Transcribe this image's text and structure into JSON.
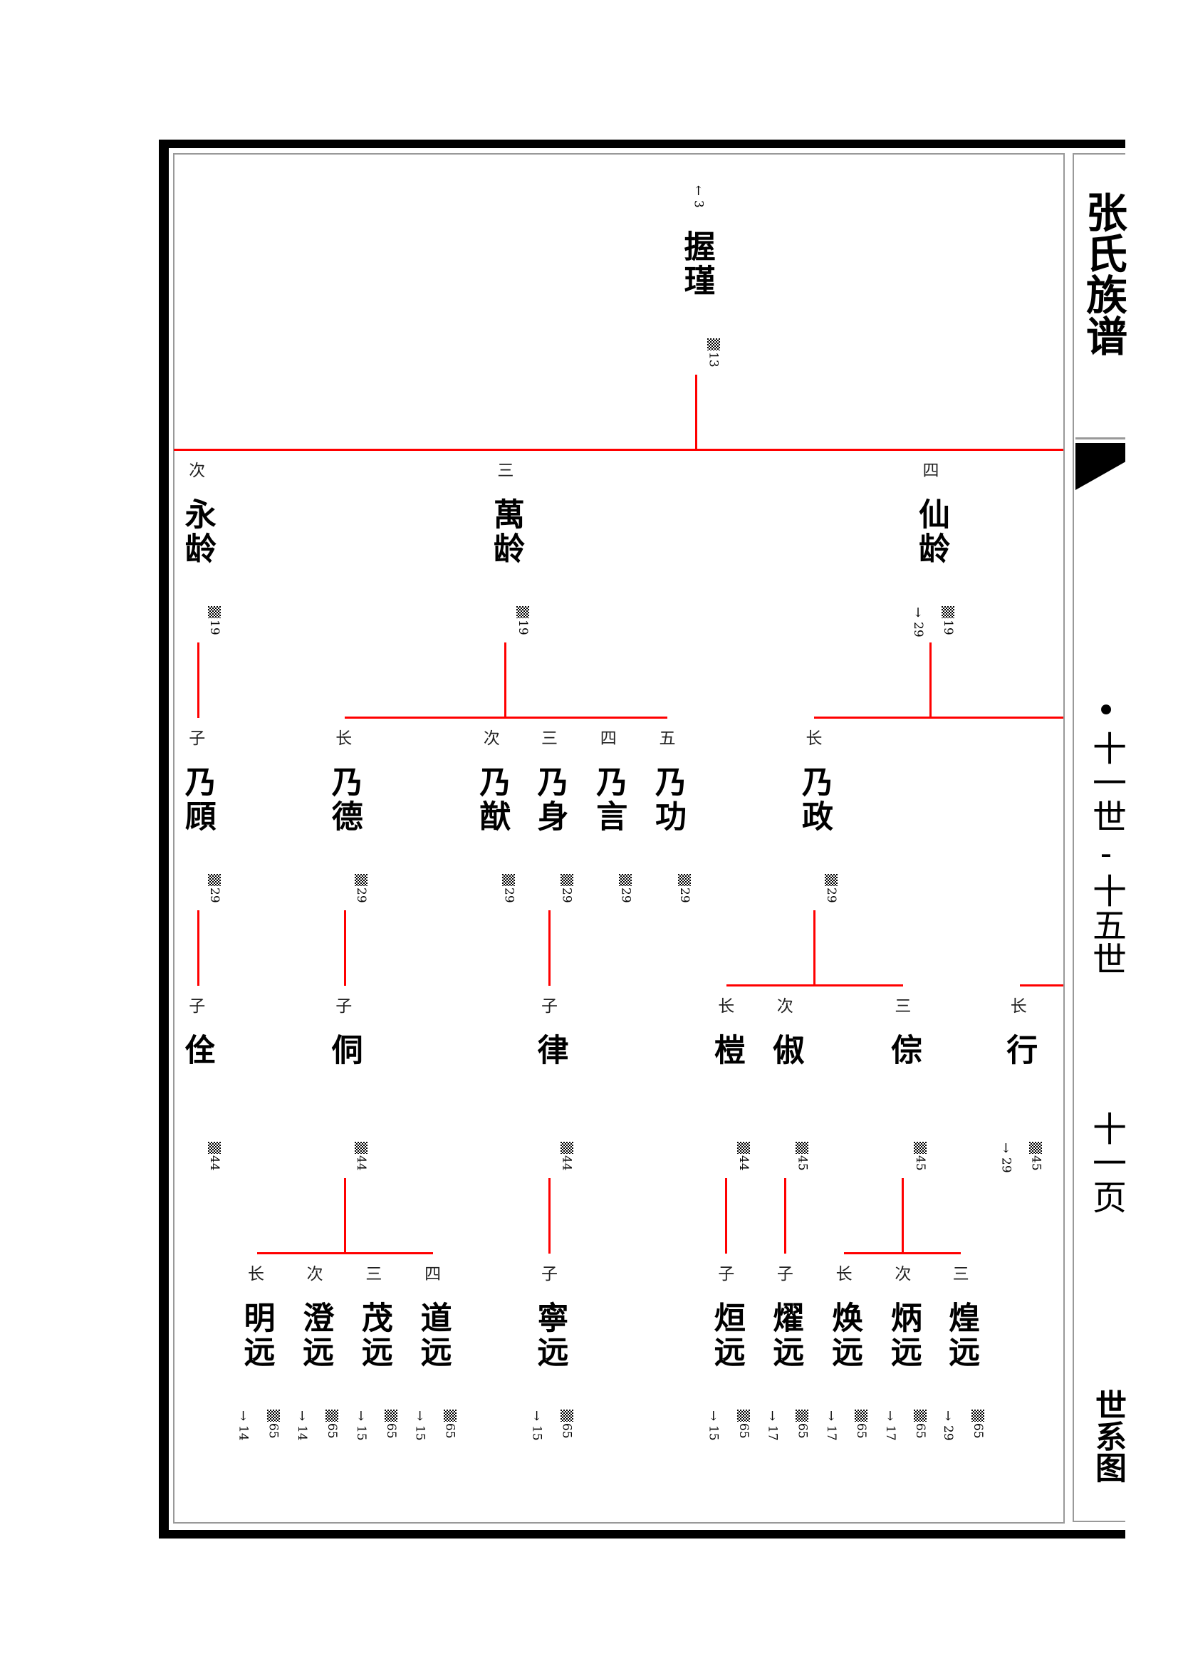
{
  "sidebar": {
    "title": "张氏族谱",
    "generations": "•十一世-十五世",
    "page": "十一页",
    "section": "世系图"
  },
  "tree": {
    "nodes": [
      {
        "name": "握瑾",
        "rank": "",
        "marker": "13",
        "ref": "3",
        "ref_dir": "up"
      },
      {
        "name": "永龄",
        "rank": "次",
        "marker": "19",
        "ref": "",
        "ref_dir": ""
      },
      {
        "name": "萬龄",
        "rank": "三",
        "marker": "19",
        "ref": "",
        "ref_dir": ""
      },
      {
        "name": "仙龄",
        "rank": "四",
        "marker": "19",
        "ref": "29",
        "ref_dir": "down"
      },
      {
        "name": "乃頋",
        "rank": "子",
        "marker": "29",
        "ref": "",
        "ref_dir": ""
      },
      {
        "name": "乃德",
        "rank": "长",
        "marker": "29",
        "ref": "",
        "ref_dir": ""
      },
      {
        "name": "乃猷",
        "rank": "次",
        "marker": "29",
        "ref": "",
        "ref_dir": ""
      },
      {
        "name": "乃身",
        "rank": "三",
        "marker": "29",
        "ref": "",
        "ref_dir": ""
      },
      {
        "name": "乃言",
        "rank": "四",
        "marker": "29",
        "ref": "",
        "ref_dir": ""
      },
      {
        "name": "乃功",
        "rank": "五",
        "marker": "29",
        "ref": "",
        "ref_dir": ""
      },
      {
        "name": "乃政",
        "rank": "长",
        "marker": "29",
        "ref": "",
        "ref_dir": ""
      },
      {
        "name": "佺",
        "rank": "子",
        "marker": "44",
        "ref": "",
        "ref_dir": ""
      },
      {
        "name": "侗",
        "rank": "子",
        "marker": "44",
        "ref": "",
        "ref_dir": ""
      },
      {
        "name": "律",
        "rank": "子",
        "marker": "44",
        "ref": "",
        "ref_dir": ""
      },
      {
        "name": "榿",
        "rank": "长",
        "marker": "44",
        "ref": "",
        "ref_dir": ""
      },
      {
        "name": "俶",
        "rank": "次",
        "marker": "45",
        "ref": "",
        "ref_dir": ""
      },
      {
        "name": "倧",
        "rank": "三",
        "marker": "45",
        "ref": "",
        "ref_dir": ""
      },
      {
        "name": "行",
        "rank": "长",
        "marker": "45",
        "ref": "29",
        "ref_dir": "down"
      },
      {
        "name": "明远",
        "rank": "长",
        "marker": "65",
        "ref": "14",
        "ref_dir": "down"
      },
      {
        "name": "澄远",
        "rank": "次",
        "marker": "65",
        "ref": "14",
        "ref_dir": "down"
      },
      {
        "name": "茂远",
        "rank": "三",
        "marker": "65",
        "ref": "15",
        "ref_dir": "down"
      },
      {
        "name": "道远",
        "rank": "四",
        "marker": "65",
        "ref": "15",
        "ref_dir": "down"
      },
      {
        "name": "寧远",
        "rank": "子",
        "marker": "65",
        "ref": "15",
        "ref_dir": "down"
      },
      {
        "name": "烜远",
        "rank": "子",
        "marker": "65",
        "ref": "15",
        "ref_dir": "down"
      },
      {
        "name": "燿远",
        "rank": "子",
        "marker": "65",
        "ref": "17",
        "ref_dir": "down"
      },
      {
        "name": "焕远",
        "rank": "长",
        "marker": "65",
        "ref": "17",
        "ref_dir": "down"
      },
      {
        "name": "炳远",
        "rank": "次",
        "marker": "65",
        "ref": "17",
        "ref_dir": "down"
      },
      {
        "name": "煌远",
        "rank": "三",
        "marker": "65",
        "ref": "29",
        "ref_dir": "down"
      }
    ]
  }
}
